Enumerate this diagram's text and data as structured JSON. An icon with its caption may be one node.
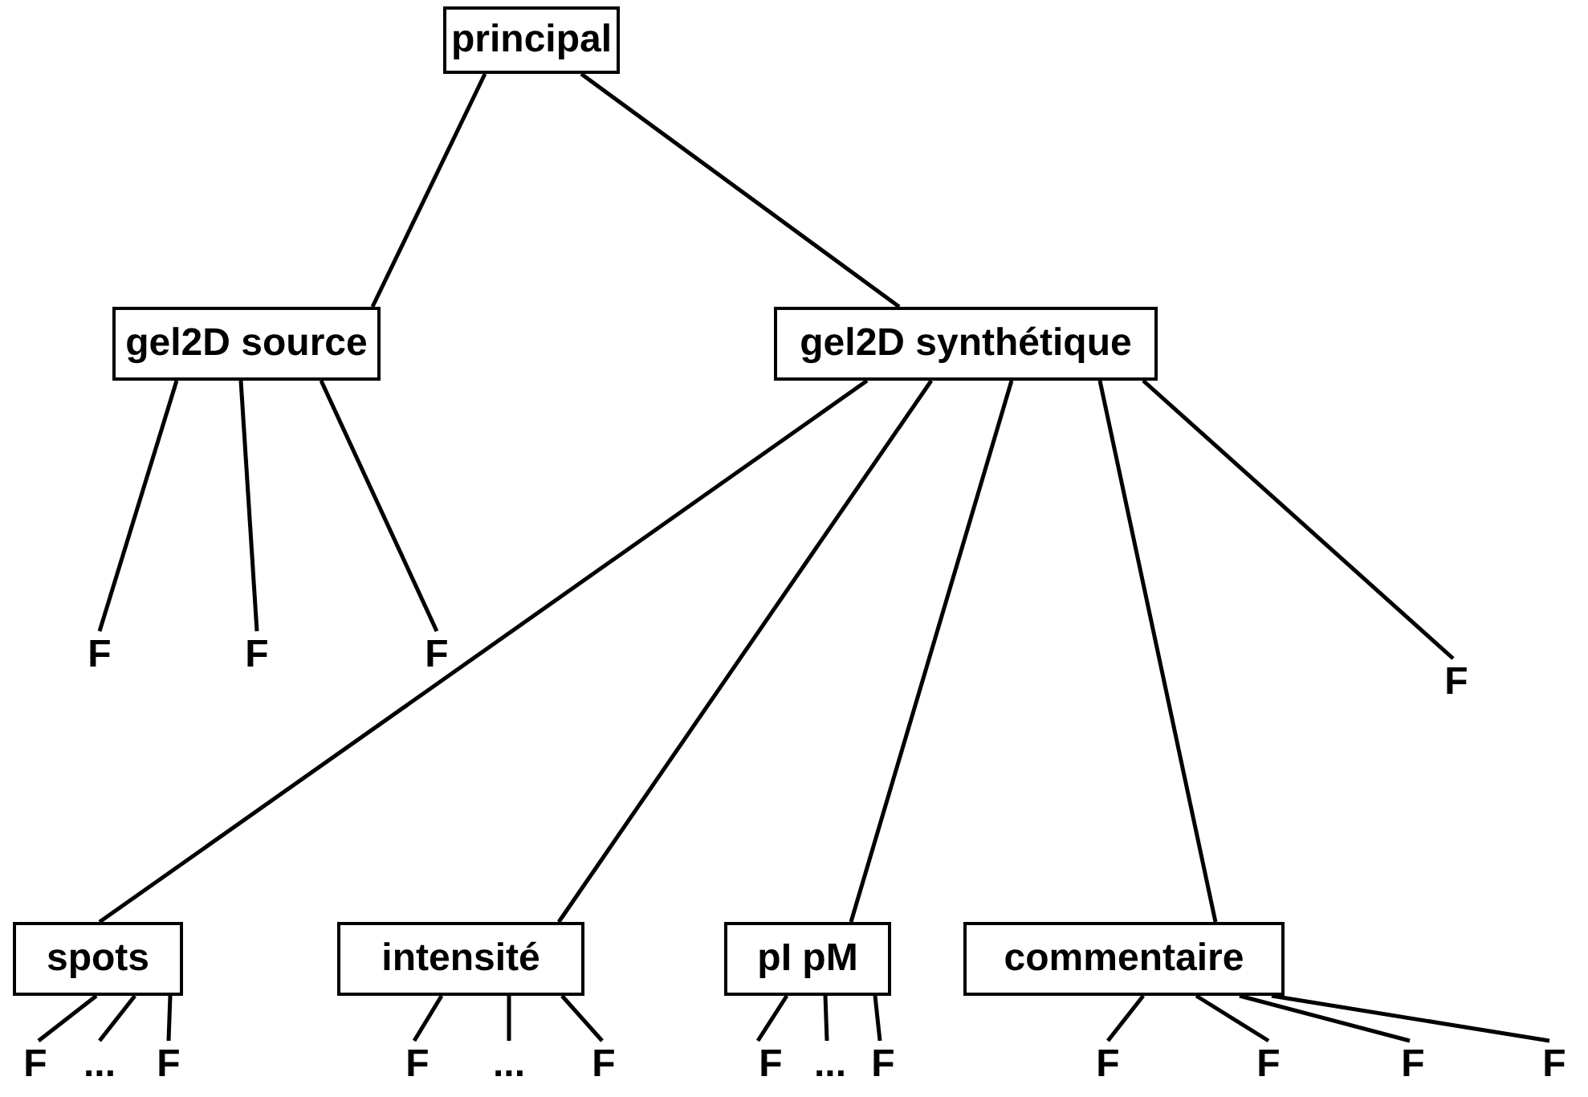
{
  "diagram": {
    "nodes": [
      {
        "text": [
          "principal"
        ]
      },
      {
        "text": [
          "gel2D source"
        ]
      },
      {
        "text": [
          "gel2D synthétique"
        ]
      },
      {
        "text": [
          "F"
        ]
      },
      {
        "text": [
          "F"
        ]
      },
      {
        "text": [
          "F"
        ]
      },
      {
        "text": [
          "F"
        ]
      },
      {
        "text": [
          "spots"
        ]
      },
      {
        "text": [
          "intensité"
        ]
      },
      {
        "text": [
          "pI pM"
        ]
      },
      {
        "text": [
          "commentaire"
        ]
      },
      {
        "text": [
          "F"
        ]
      },
      {
        "text": [
          "..."
        ]
      },
      {
        "text": [
          "F"
        ]
      },
      {
        "text": [
          "F"
        ]
      },
      {
        "text": [
          "..."
        ]
      },
      {
        "text": [
          "F"
        ]
      },
      {
        "text": [
          "F"
        ]
      },
      {
        "text": [
          "..."
        ]
      },
      {
        "text": [
          "F"
        ]
      },
      {
        "text": [
          "F"
        ]
      },
      {
        "text": [
          "F"
        ]
      },
      {
        "text": [
          "F"
        ]
      },
      {
        "text": [
          "F"
        ]
      }
    ],
    "edges": [
      {
        "from": 0,
        "to": 1,
        "arrow": "none"
      },
      {
        "from": 0,
        "to": 2,
        "arrow": "none"
      },
      {
        "from": 1,
        "to": 3,
        "arrow": "none"
      },
      {
        "from": 1,
        "to": 4,
        "arrow": "none"
      },
      {
        "from": 1,
        "to": 5,
        "arrow": "none"
      },
      {
        "from": 2,
        "to": 7,
        "arrow": "none"
      },
      {
        "from": 2,
        "to": 8,
        "arrow": "none"
      },
      {
        "from": 2,
        "to": 9,
        "arrow": "none"
      },
      {
        "from": 2,
        "to": 10,
        "arrow": "none"
      },
      {
        "from": 2,
        "to": 6,
        "arrow": "none"
      },
      {
        "from": 7,
        "to": 11,
        "arrow": "none"
      },
      {
        "from": 7,
        "to": 12,
        "arrow": "none"
      },
      {
        "from": 7,
        "to": 13,
        "arrow": "none"
      },
      {
        "from": 8,
        "to": 14,
        "arrow": "none"
      },
      {
        "from": 8,
        "to": 15,
        "arrow": "none"
      },
      {
        "from": 8,
        "to": 16,
        "arrow": "none"
      },
      {
        "from": 9,
        "to": 17,
        "arrow": "none"
      },
      {
        "from": 9,
        "to": 18,
        "arrow": "none"
      },
      {
        "from": 9,
        "to": 19,
        "arrow": "none"
      },
      {
        "from": 10,
        "to": 20,
        "arrow": "none"
      },
      {
        "from": 10,
        "to": 21,
        "arrow": "none"
      },
      {
        "from": 10,
        "to": 22,
        "arrow": "none"
      },
      {
        "from": 10,
        "to": 23,
        "arrow": "none"
      }
    ]
  }
}
